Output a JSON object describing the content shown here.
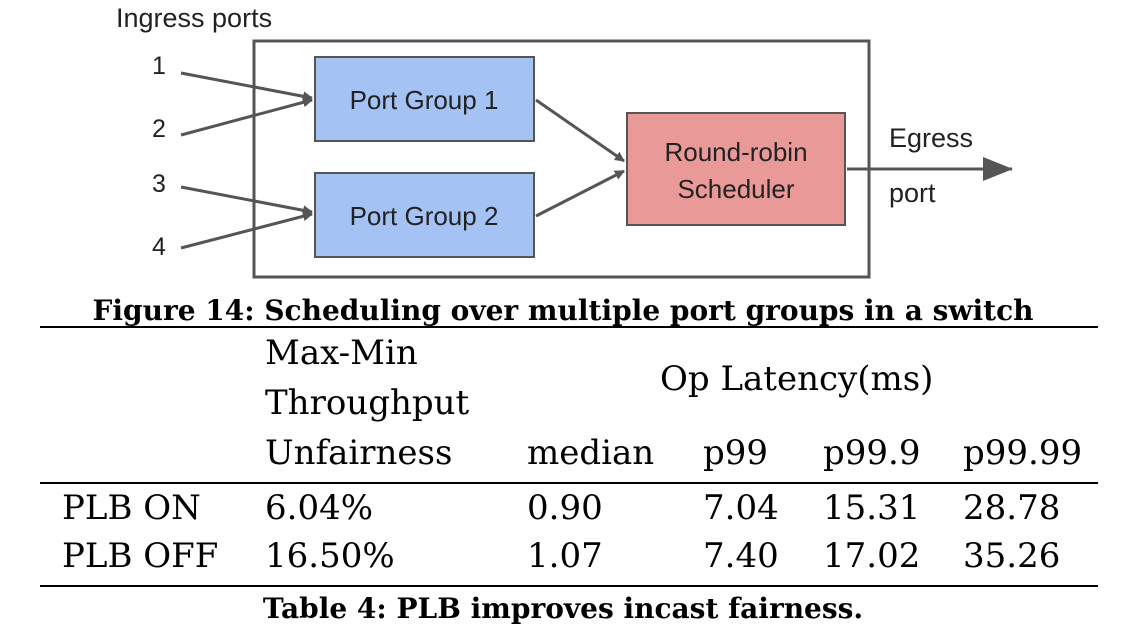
{
  "figure": {
    "ingress_label": "Ingress ports",
    "ports": [
      "1",
      "2",
      "3",
      "4"
    ],
    "group1_label": "Port Group 1",
    "group2_label": "Port Group 2",
    "scheduler_line1": "Round-robin",
    "scheduler_line2": "Scheduler",
    "egress_line1": "Egress",
    "egress_line2": "port",
    "caption": "Figure 14: Scheduling over multiple port groups in a switch",
    "colors": {
      "port_group_fill": "#a4c2f4",
      "scheduler_fill": "#ea9999",
      "stroke": "#555555"
    }
  },
  "table": {
    "header": {
      "fairness_line1": "Max-Min",
      "fairness_line2": "Throughput",
      "fairness_line3": "Unfairness",
      "latency_group": "Op Latency(ms)",
      "latency_cols": [
        "median",
        "p99",
        "p99.9",
        "p99.99"
      ]
    },
    "rows": [
      {
        "label": "PLB ON",
        "cells": [
          "6.04%",
          "0.90",
          "7.04",
          "15.31",
          "28.78"
        ]
      },
      {
        "label": "PLB OFF",
        "cells": [
          "16.50%",
          "1.07",
          "7.40",
          "17.02",
          "35.26"
        ]
      }
    ],
    "caption": "Table 4: PLB improves incast fairness."
  }
}
